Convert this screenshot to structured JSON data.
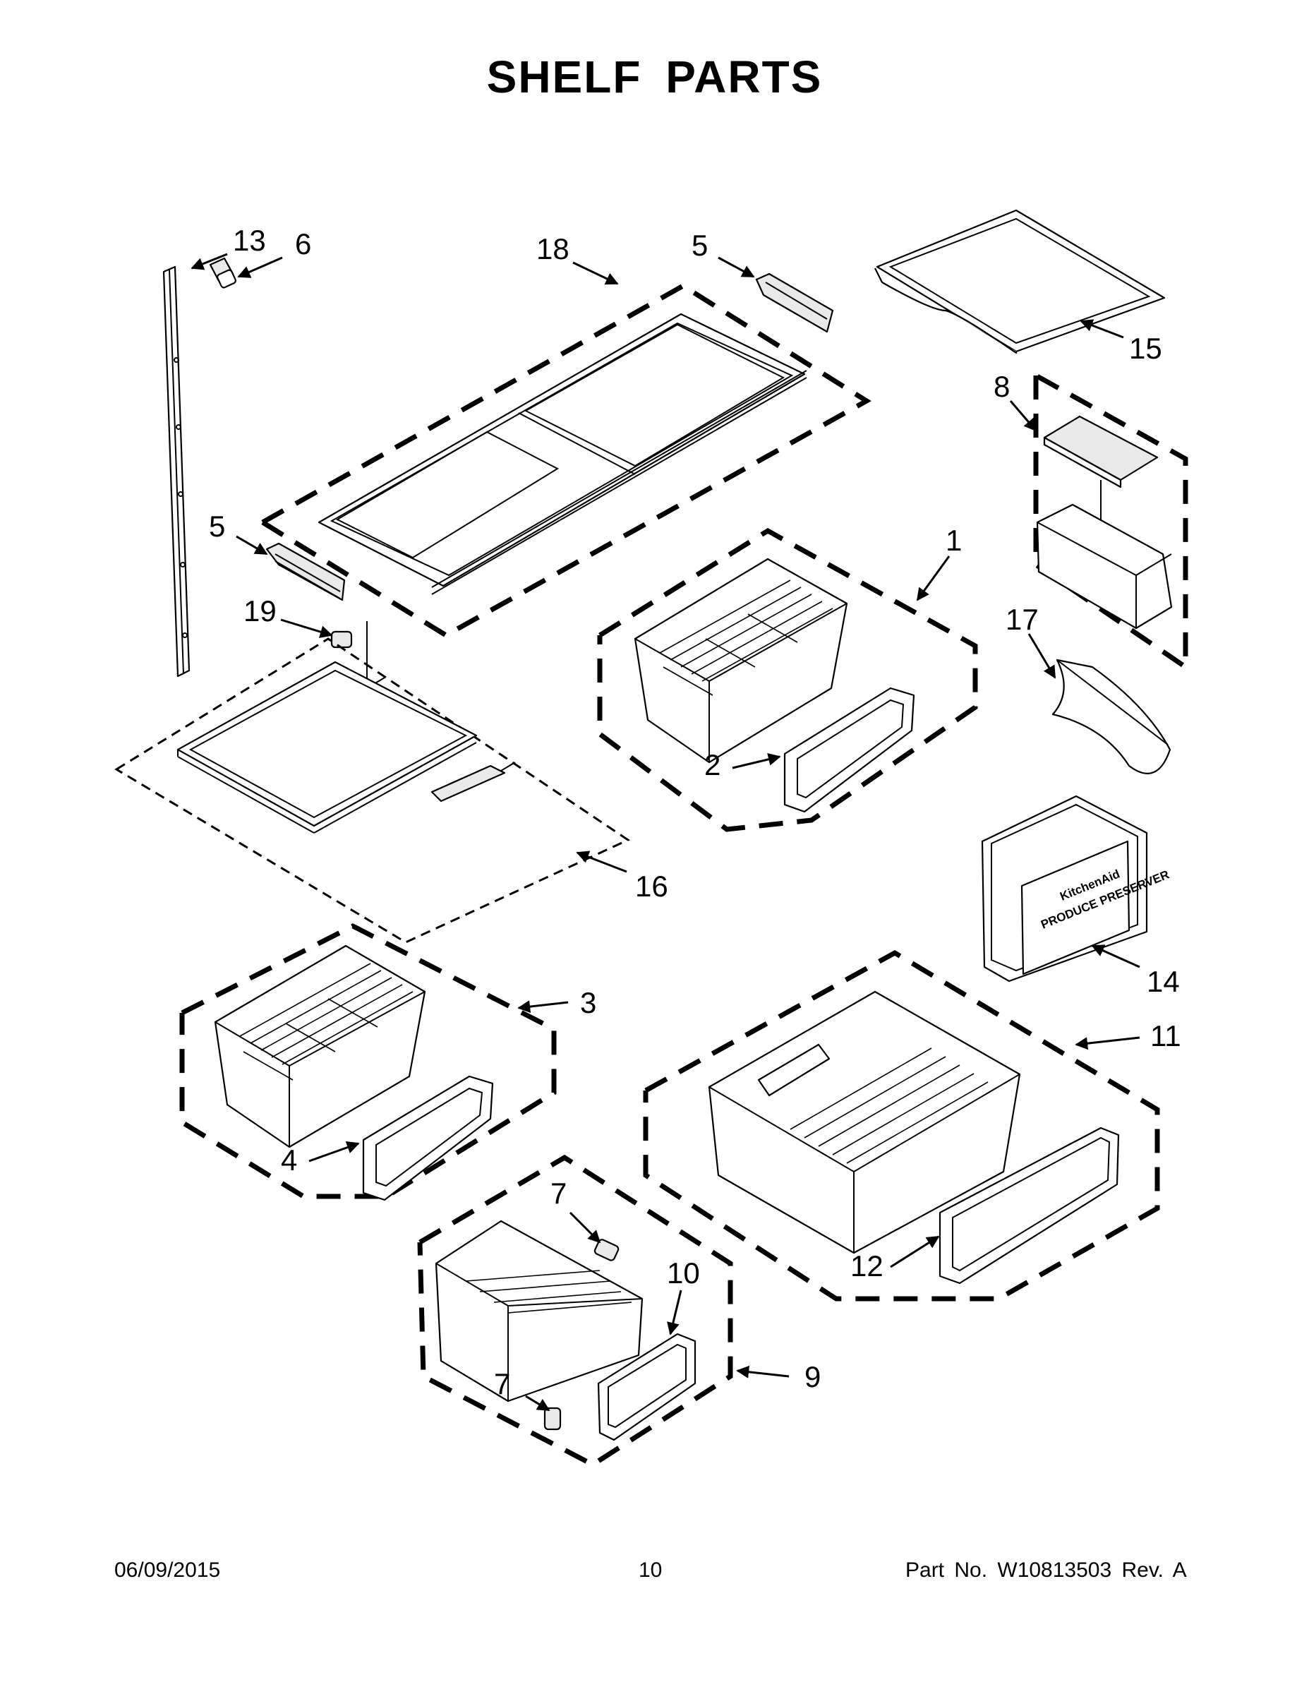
{
  "title": "SHELF PARTS",
  "footer": {
    "date": "06/09/2015",
    "page": "10",
    "part_number": "Part No.  W10813503  Rev.  A"
  },
  "bin_labels": {
    "brand": "KitchenAid",
    "name": "PRODUCE PRESERVER"
  },
  "callouts": [
    {
      "id": "c13",
      "label": "13"
    },
    {
      "id": "c6",
      "label": "6"
    },
    {
      "id": "c18",
      "label": "18"
    },
    {
      "id": "c5a",
      "label": "5"
    },
    {
      "id": "c15",
      "label": "15"
    },
    {
      "id": "c8",
      "label": "8"
    },
    {
      "id": "c5b",
      "label": "5"
    },
    {
      "id": "c1",
      "label": "1"
    },
    {
      "id": "c19",
      "label": "19"
    },
    {
      "id": "c17",
      "label": "17"
    },
    {
      "id": "c2",
      "label": "2"
    },
    {
      "id": "c16",
      "label": "16"
    },
    {
      "id": "c14",
      "label": "14"
    },
    {
      "id": "c3",
      "label": "3"
    },
    {
      "id": "c11",
      "label": "11"
    },
    {
      "id": "c4",
      "label": "4"
    },
    {
      "id": "c7a",
      "label": "7"
    },
    {
      "id": "c10",
      "label": "10"
    },
    {
      "id": "c12",
      "label": "12"
    },
    {
      "id": "c7b",
      "label": "7"
    },
    {
      "id": "c9",
      "label": "9"
    }
  ]
}
